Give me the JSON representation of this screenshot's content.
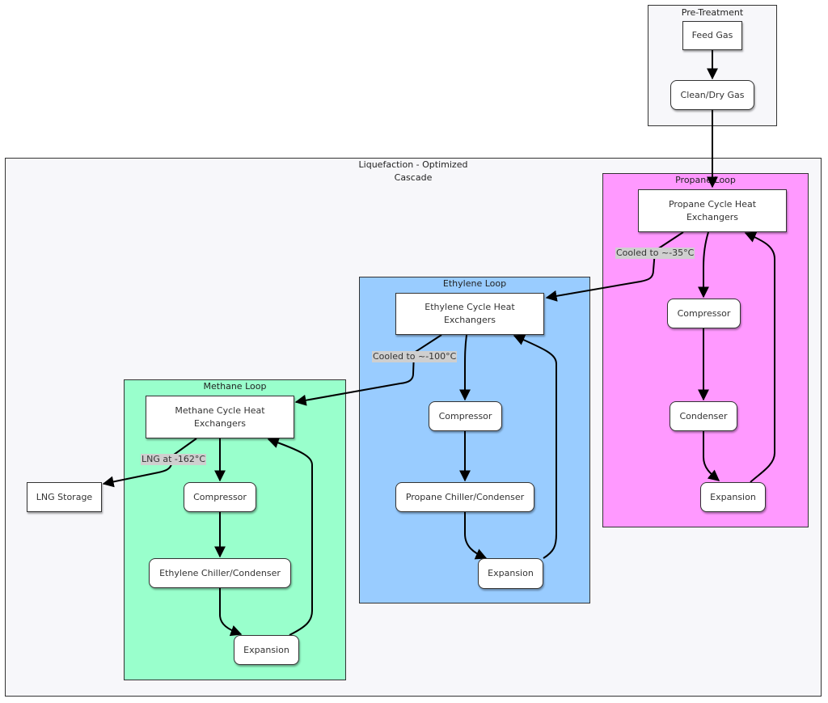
{
  "colors": {
    "pretreatment_fill": "#f7f7fa",
    "liquefaction_fill": "#f7f7fa",
    "propane_fill": "#ff99ff",
    "ethylene_fill": "#99ccff",
    "methane_fill": "#99ffcc",
    "stroke": "#333333"
  },
  "clusters": {
    "pretreatment": "Pre-Treatment",
    "liquefaction": "Liquefaction - Optimized\nCascade",
    "propane": "Propane Loop",
    "ethylene": "Ethylene Loop",
    "methane": "Methane Loop"
  },
  "nodes": {
    "feed_gas": "Feed Gas",
    "clean_dry_gas": "Clean/Dry Gas",
    "propane_hx": "Propane Cycle Heat\nExchangers",
    "propane_compressor": "Compressor",
    "propane_condenser": "Condenser",
    "propane_expansion": "Expansion",
    "ethylene_hx": "Ethylene Cycle Heat\nExchangers",
    "ethylene_compressor": "Compressor",
    "ethylene_condenser": "Propane Chiller/Condenser",
    "ethylene_expansion": "Expansion",
    "methane_hx": "Methane Cycle Heat\nExchangers",
    "methane_compressor": "Compressor",
    "methane_condenser": "Ethylene Chiller/Condenser",
    "methane_expansion": "Expansion",
    "lng_storage": "LNG Storage"
  },
  "edge_labels": {
    "cooled_35": "Cooled to ~-35°C",
    "cooled_100": "Cooled to ~-100°C",
    "lng_162": "LNG at -162°C"
  }
}
